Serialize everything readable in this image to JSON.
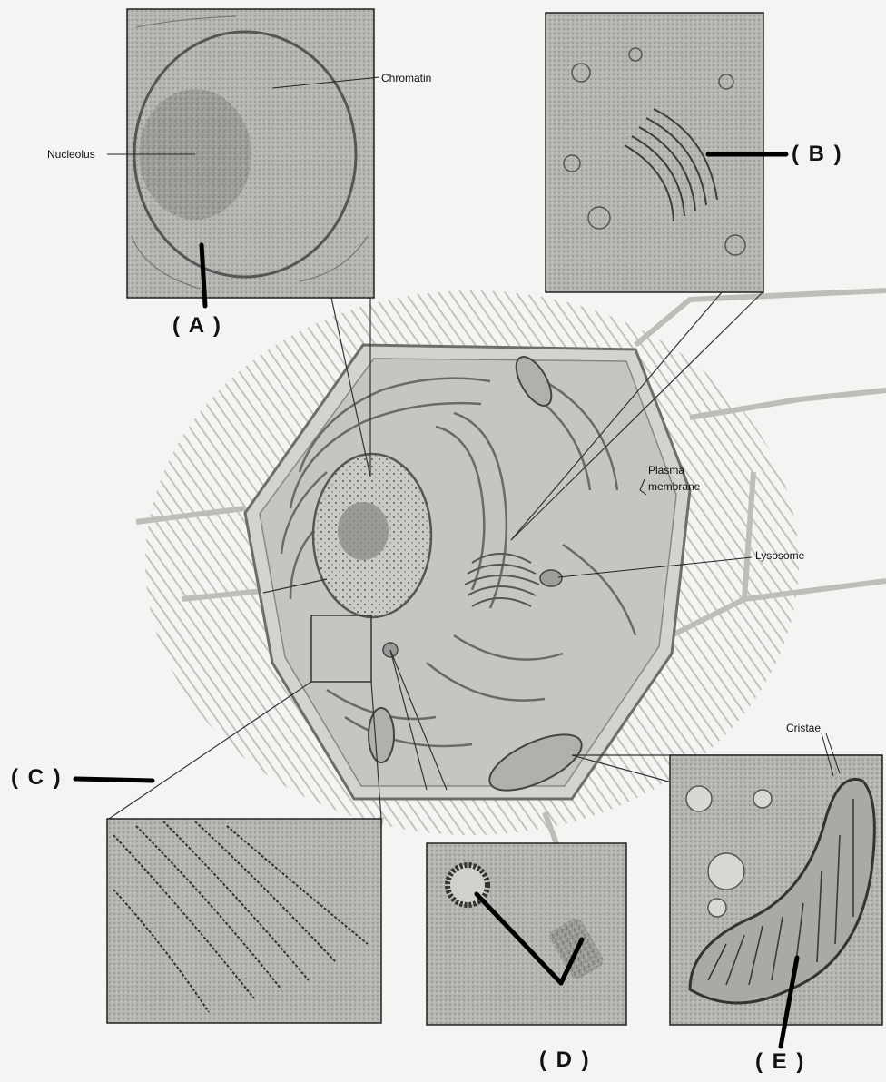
{
  "labels": {
    "chromatin": "Chromatin",
    "nucleolus": "Nucleolus",
    "plasma_membrane_line1": "Plasma",
    "plasma_membrane_line2": "membrane",
    "lysosome": "Lysosome",
    "cristae": "Cristae"
  },
  "markers": {
    "a": "( A )",
    "b": "( B )",
    "c": "( C )",
    "d": "( D )",
    "e": "( E )"
  }
}
